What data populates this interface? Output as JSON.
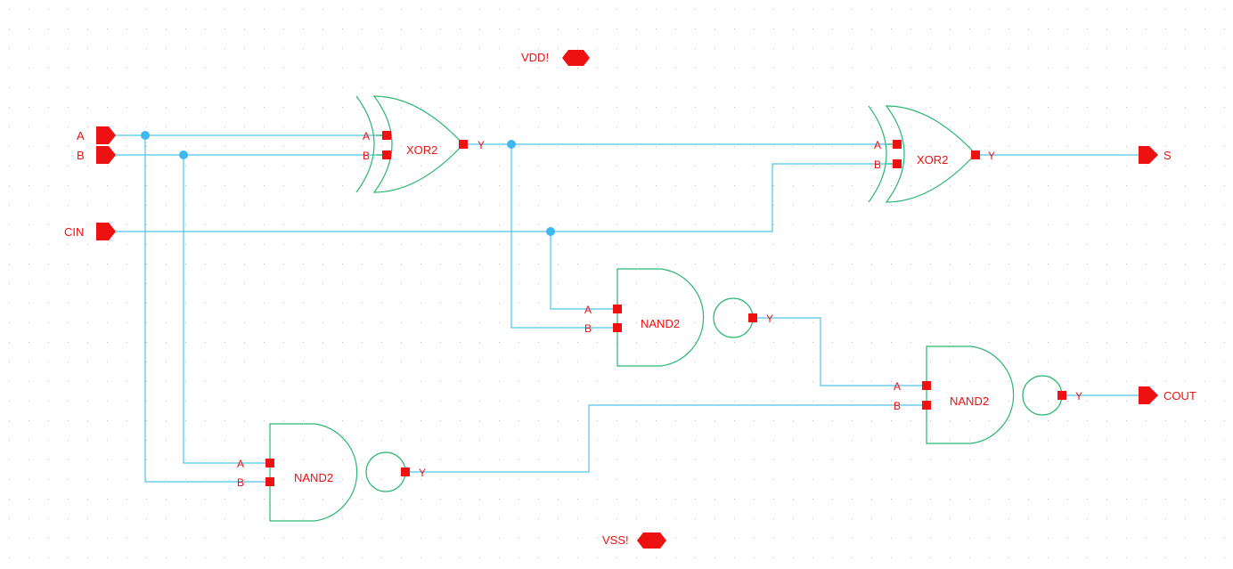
{
  "schematic": {
    "power": {
      "vdd": "VDD!",
      "vss": "VSS!"
    },
    "inputs": [
      "A",
      "B",
      "CIN"
    ],
    "outputs": [
      "S",
      "COUT"
    ],
    "gates": [
      {
        "id": "xor1",
        "type": "XOR2",
        "pins": [
          "A",
          "B",
          "Y"
        ]
      },
      {
        "id": "xor2",
        "type": "XOR2",
        "pins": [
          "A",
          "B",
          "Y"
        ]
      },
      {
        "id": "nand1",
        "type": "NAND2",
        "pins": [
          "A",
          "B",
          "Y"
        ]
      },
      {
        "id": "nand2",
        "type": "NAND2",
        "pins": [
          "A",
          "B",
          "Y"
        ]
      },
      {
        "id": "nand3",
        "type": "NAND2",
        "pins": [
          "A",
          "B",
          "Y"
        ]
      }
    ]
  },
  "colors": {
    "wire": "#4fc3e8",
    "gate": "#2bb673",
    "pin": "#ee1111",
    "grid_dot": "#b8b8b8"
  }
}
